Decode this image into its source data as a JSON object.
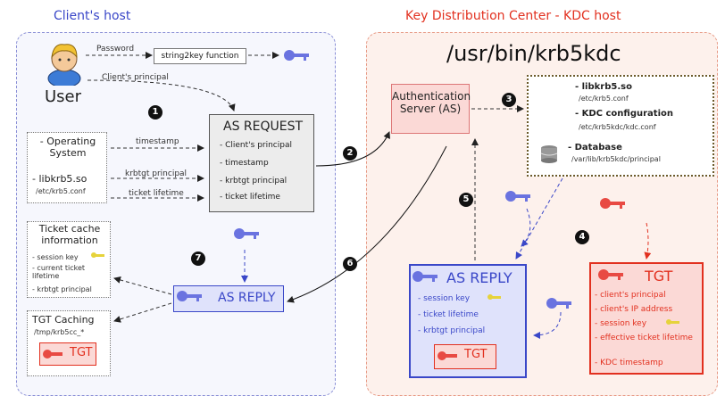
{
  "regions": {
    "client_title": "Client's host",
    "kdc_title": "Key Distribution Center - KDC host"
  },
  "kdc_path": "/usr/bin/krb5kdc",
  "user": {
    "label": "User"
  },
  "string2key": {
    "label": "string2key function",
    "password_label": "Password",
    "principal_label": "Client's principal"
  },
  "client_inputs": {
    "os": "- Operating\nSystem",
    "libkrb": "- libkrb5.so",
    "libkrb_path": "/etc/krb5.conf",
    "timestamp_label": "timestamp",
    "krbtgt_label": "krbtgt principal",
    "lifetime_label": "ticket lifetime"
  },
  "as_request": {
    "title": "AS REQUEST",
    "items": [
      "- Client's principal",
      "- timestamp",
      "- krbtgt principal",
      "- ticket lifetime"
    ]
  },
  "auth_server": {
    "label": "Authentication Server (AS)"
  },
  "kdc_config": {
    "libkrb": "- libkrb5.so",
    "libkrb_path": "/etc/krb5.conf",
    "conf": "- KDC configuration",
    "conf_path": "/etc/krb5kdc/kdc.conf",
    "db": "- Database",
    "db_path": "/var/lib/krb5kdc/principal"
  },
  "ticket_cache": {
    "title": "Ticket cache information",
    "items": [
      "- session key",
      "- current ticket lifetime",
      "- krbtgt principal"
    ]
  },
  "tgt_caching": {
    "title": "TGT Caching",
    "path": "/tmp/krb5cc_*",
    "tgt": "TGT"
  },
  "as_reply_client": {
    "label": "AS REPLY"
  },
  "as_reply_kdc": {
    "title": "AS REPLY",
    "items": [
      "- session key",
      "- ticket lifetime",
      "- krbtgt principal"
    ],
    "tgt": "TGT"
  },
  "tgt_box": {
    "title": "TGT",
    "items": [
      "- client's principal",
      "- client's IP address",
      "- session key",
      "- effective ticket lifetime",
      "- KDC timestamp"
    ]
  },
  "steps": [
    "1",
    "2",
    "3",
    "4",
    "5",
    "6",
    "7"
  ],
  "colors": {
    "blue": "#3a47c8",
    "red": "#e2301f",
    "key_blue": "#6a73e0",
    "key_red": "#e84a43",
    "key_yellow": "#e6d33b"
  }
}
